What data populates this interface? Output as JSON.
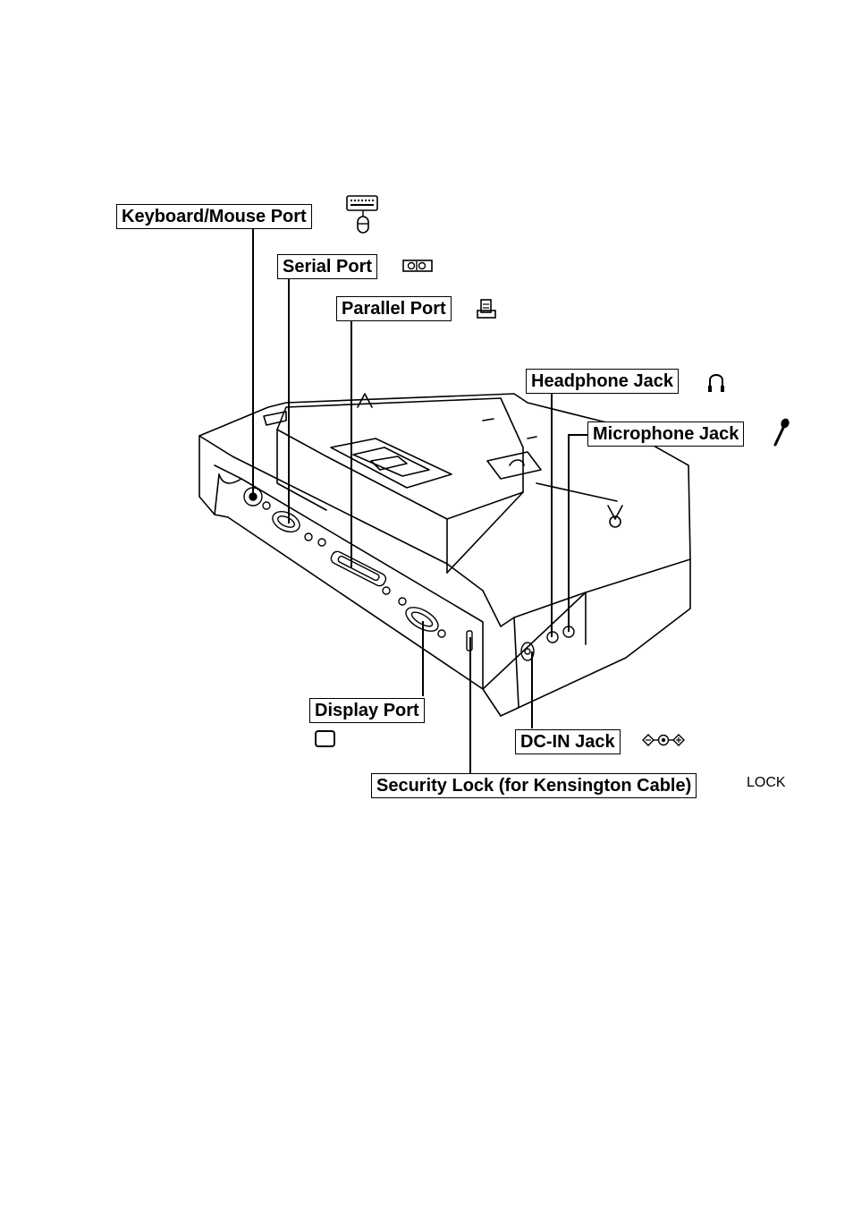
{
  "labels": {
    "keyboard_mouse": "Keyboard/Mouse Port",
    "serial": "Serial Port",
    "parallel": "Parallel Port",
    "headphone": "Headphone Jack",
    "microphone": "Microphone Jack",
    "display": "Display Port",
    "dc_in": "DC-IN Jack",
    "security_lock": "Security Lock (for Kensington Cable)",
    "lock_text": "LOCK"
  },
  "icons": {
    "keyboard_mouse": "keyboard-mouse-icon",
    "serial": "serial-port-icon",
    "parallel": "printer-icon",
    "headphone": "headphone-icon",
    "microphone": "microphone-icon",
    "display": "monitor-icon",
    "dc_in": "dc-in-polarity-icon"
  },
  "colors": {
    "ink": "#000000",
    "paper": "#ffffff"
  }
}
